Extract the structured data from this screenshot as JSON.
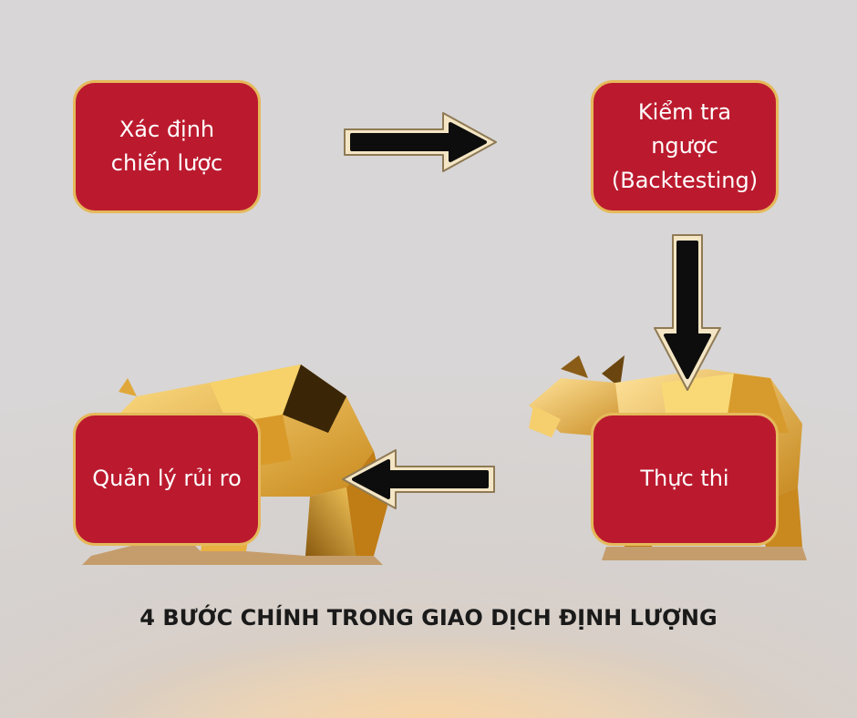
{
  "diagram": {
    "steps": [
      {
        "id": "s1",
        "label": "Xác định\nchiến lược"
      },
      {
        "id": "s2",
        "label": "Kiểm tra ngược\n(Backtesting)"
      },
      {
        "id": "s3",
        "label": "Thực thi"
      },
      {
        "id": "s4",
        "label": "Quản lý rủi ro"
      }
    ],
    "title": "4 BƯỚC CHÍNH TRONG GIAO DỊCH ĐỊNH LƯỢNG"
  },
  "colors": {
    "box_fill": "#bb1a2e",
    "box_border": "#e5b95a",
    "arrow_fill": "#0d0d0d",
    "arrow_outline": "#f4e6c4"
  },
  "icons": [
    "arrow-right-icon",
    "arrow-down-icon",
    "arrow-left-icon",
    "bear-figure",
    "bull-figure"
  ]
}
